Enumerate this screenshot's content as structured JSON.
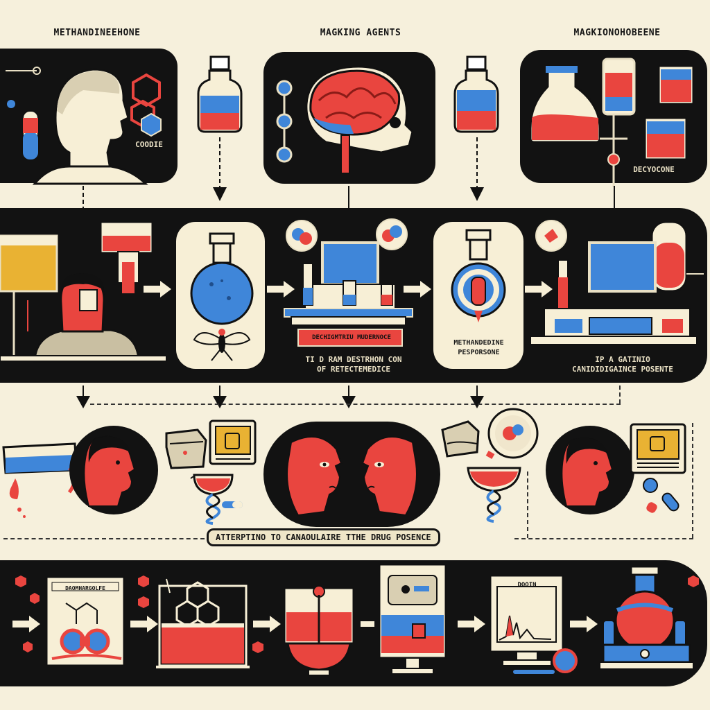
{
  "top_row": {
    "left_title": "METHANDINEEHONE",
    "mid_title": "MAGKING AGENTS",
    "right_title": "MAGKIONOHOBEENE",
    "left_tag": "COODIE",
    "right_tag": "DECYOCONE"
  },
  "middle_row": {
    "tag_bar": "DECHIGMTRIU MUDERNOCE",
    "caption_center": "TI D RAM DESTRHON CON\nOF RETECTEMEDICE",
    "caption_panel4": "METHANDEDINE\nPESPORSONE",
    "caption_right": "IP A GATINIO\nCANIDIDIGAINCE POSENTE"
  },
  "third_row": {
    "banner": "ATTERPTINO TO CANAOULAIRE TTHE DRUG POSENCE"
  },
  "bottom_row": {
    "doc_title": "DAOMHARGOLFE",
    "monitor_title": "DOOIN"
  },
  "colors": {
    "background": "#f6f0dc",
    "panel": "#121212",
    "red": "#e9453f",
    "blue": "#3f86d9",
    "yellow": "#e9b233",
    "cream": "#f7efd6"
  }
}
